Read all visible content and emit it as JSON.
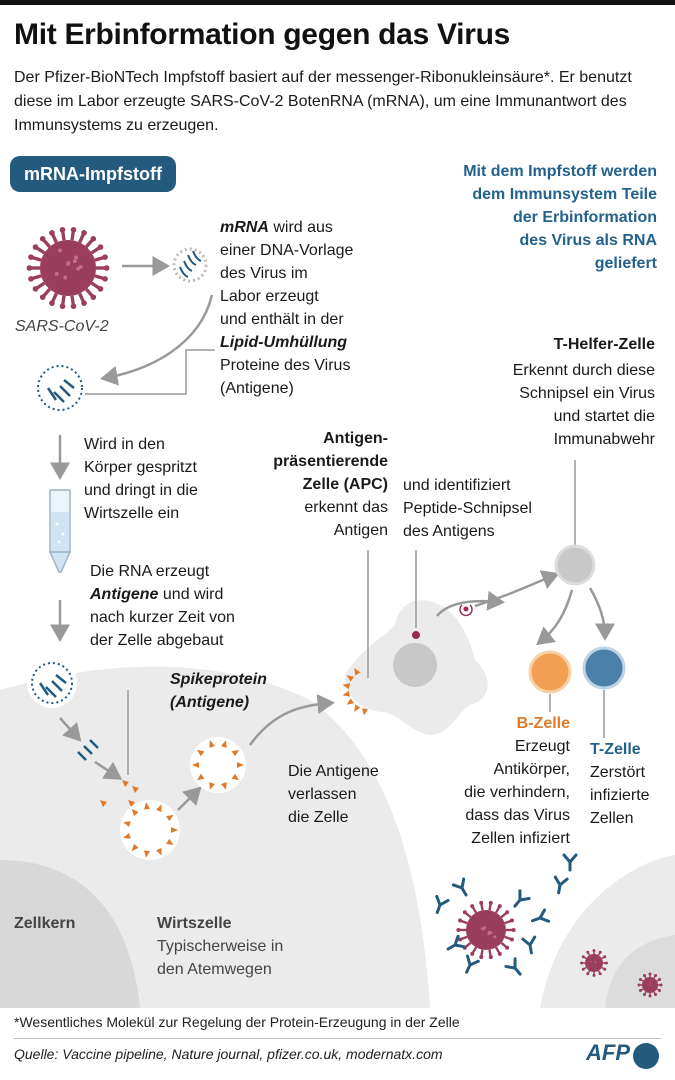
{
  "title": "Mit Erbinformation gegen das Virus",
  "subtitle": "Der Pfizer-BioNTech Impfstoff basiert auf der messenger-Ribonukleinsäure*. Er benutzt diese im Labor erzeugte SARS-CoV-2 BotenRNA (mRNA), um eine Immunantwort des Immunsystems zu erzeugen.",
  "badge": "mRNA-Impfstoff",
  "note": [
    "Mit dem Impfstoff werden",
    "dem Immunsystem Teile",
    "der Erbinformation",
    "des Virus als RNA",
    "geliefert"
  ],
  "virus_label": "SARS-CoV-2",
  "mrna": {
    "l1_bold": "mRNA",
    "l1_rest": " wird aus",
    "l2": "einer DNA-Vorlage",
    "l3": "des Virus im",
    "l4": "Labor erzeugt",
    "l5": "und enthält in der",
    "l6_bold": "Lipid-Umhüllung",
    "l7": "Proteine des Virus",
    "l8": "(Antigene)"
  },
  "inject": [
    "Wird in den",
    "Körper gespritzt",
    "und dringt in die",
    "Wirtszelle ein"
  ],
  "rna": {
    "l1": "Die RNA erzeugt",
    "l2_bold": "Antigene",
    "l2_rest": " und wird",
    "l3": "nach kurzer Zeit von",
    "l4": "der Zelle abgebaut"
  },
  "spike": [
    "Spikeprotein",
    "(Antigene)"
  ],
  "leave": [
    "Die Antigene",
    "verlassen",
    "die Zelle"
  ],
  "apc": {
    "bold": [
      "Antigen-",
      "präsentierende",
      "Zelle (APC)"
    ],
    "rest": [
      "erkennt das",
      "Antigen"
    ]
  },
  "peptide": [
    "und identifiziert",
    "Peptide-Schnipsel",
    "des Antigens"
  ],
  "thelper": {
    "title": "T-Helfer-Zelle",
    "lines": [
      "Erkennt durch diese",
      "Schnipsel ein Virus",
      "und startet die",
      "Immunabwehr"
    ]
  },
  "bcell": {
    "title": "B-Zelle",
    "lines": [
      "Erzeugt",
      "Antikörper,",
      "die verhindern,",
      "dass das Virus",
      "Zellen infiziert"
    ]
  },
  "tcell": {
    "title": "T-Zelle",
    "lines": [
      "Zerstört",
      "infizierte",
      "Zellen"
    ]
  },
  "nucleus_label": "Zellkern",
  "host": {
    "title": "Wirtszelle",
    "lines": [
      "Typischerweise in",
      "den Atemwegen"
    ]
  },
  "footnote": "*Wesentliches Molekül zur Regelung der Protein-Erzeugung in der Zelle",
  "source": "Quelle: Vaccine pipeline, Nature journal, pfizer.co.uk, modernatx.com",
  "logo": "AFP",
  "colors": {
    "accent_blue": "#235a7d",
    "virus": "#9b3d5c",
    "antigen_orange": "#e07a2a",
    "bcell": "#f0a050",
    "tcell": "#4a7fa8",
    "cell_gray": "#ebebeb"
  }
}
